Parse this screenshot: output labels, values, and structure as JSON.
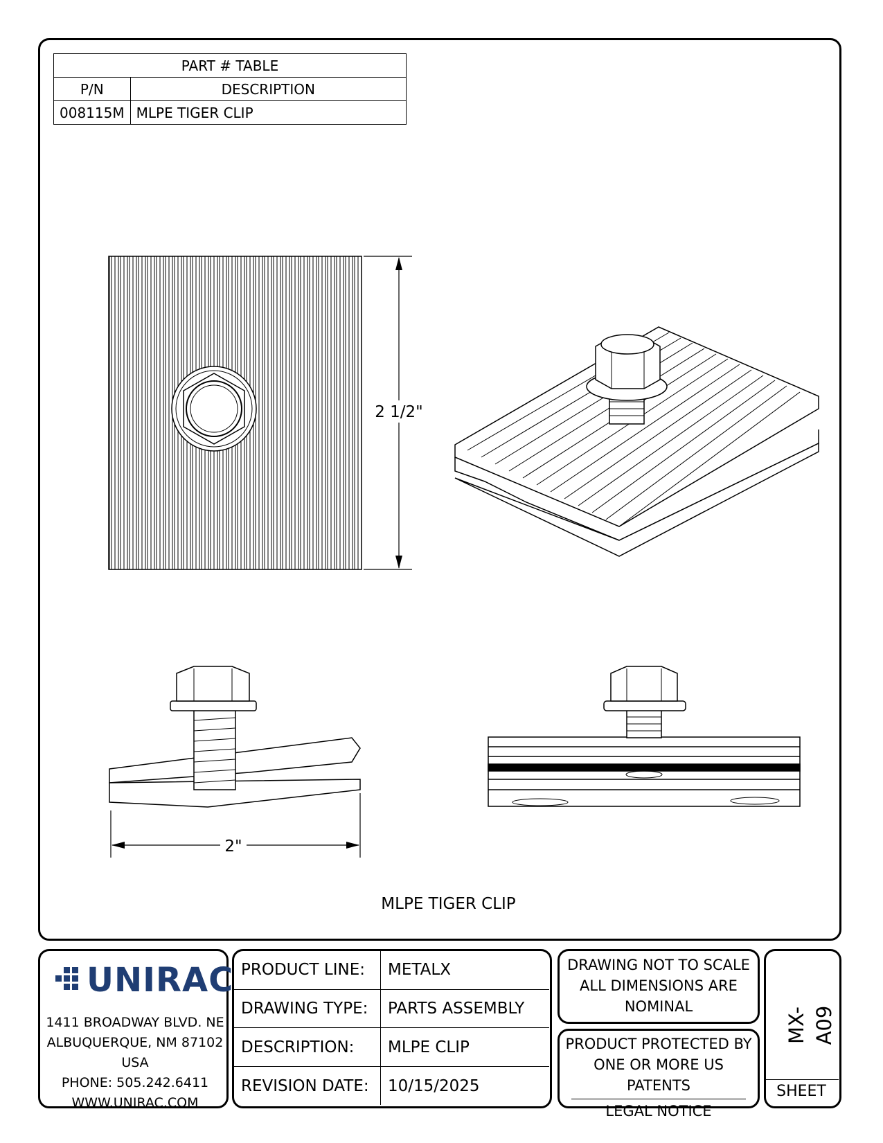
{
  "part_table": {
    "title": "PART # TABLE",
    "headers": [
      "P/N",
      "DESCRIPTION"
    ],
    "rows": [
      [
        "008115M",
        "MLPE TIGER CLIP"
      ]
    ]
  },
  "dimensions": {
    "height_label": "2 1/2\"",
    "width_label": "2\""
  },
  "caption": "MLPE TIGER CLIP",
  "company": {
    "name": "UNIRAC",
    "address": [
      "1411 BROADWAY BLVD. NE",
      "ALBUQUERQUE, NM 87102 USA",
      "PHONE: 505.242.6411",
      "WWW.UNIRAC.COM"
    ],
    "brand_color": "#1f3d73"
  },
  "title_block": {
    "rows": [
      {
        "label": "PRODUCT LINE:",
        "value": "METALX"
      },
      {
        "label": "DRAWING TYPE:",
        "value": "PARTS ASSEMBLY"
      },
      {
        "label": "DESCRIPTION:",
        "value": "MLPE CLIP"
      },
      {
        "label": "REVISION DATE:",
        "value": "10/15/2025"
      }
    ],
    "scale_note": [
      "DRAWING NOT TO SCALE",
      "ALL DIMENSIONS ARE",
      "NOMINAL"
    ],
    "patent_note": [
      "PRODUCT PROTECTED BY",
      "ONE OR MORE US PATENTS"
    ],
    "legal_label": "LEGAL NOTICE",
    "sheet_number": "MX-A09",
    "sheet_label": "SHEET"
  }
}
